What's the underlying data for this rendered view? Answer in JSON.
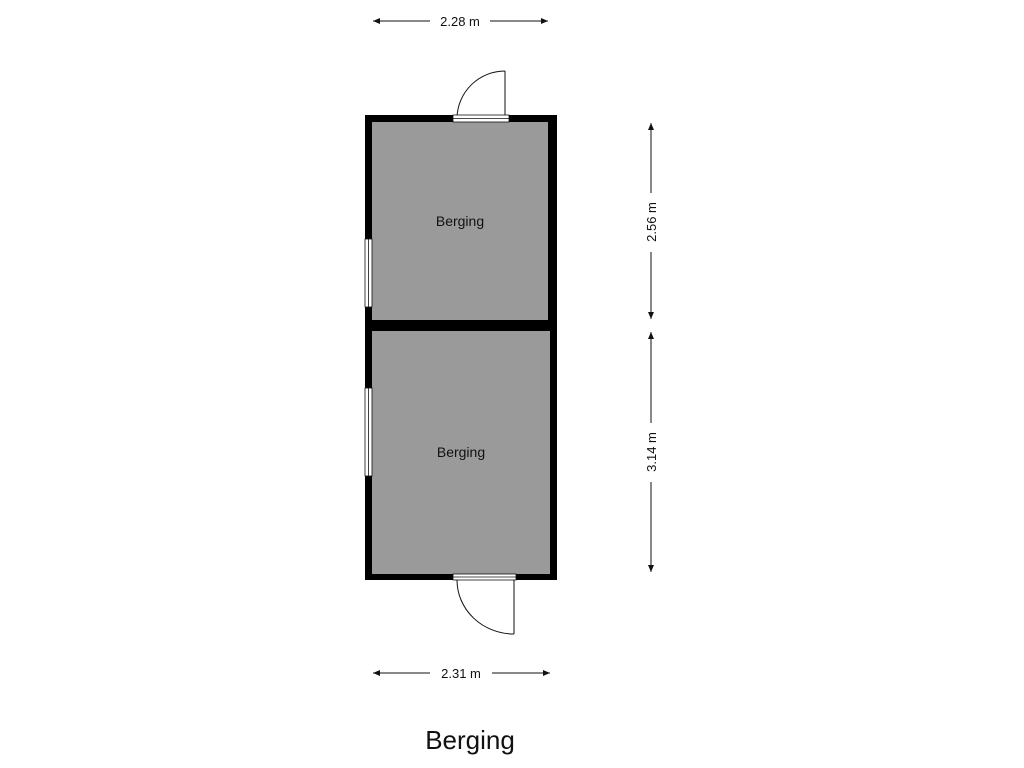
{
  "floorplan": {
    "title": "Berging",
    "rooms": [
      {
        "label": "Berging"
      },
      {
        "label": "Berging"
      }
    ],
    "dimensions": {
      "top_width": "2.28 m",
      "bottom_width": "2.31 m",
      "upper_height": "2.56 m",
      "lower_height": "3.14 m"
    },
    "colors": {
      "wall": "#000000",
      "floor": "#9a9a9a",
      "line": "#111111"
    }
  }
}
